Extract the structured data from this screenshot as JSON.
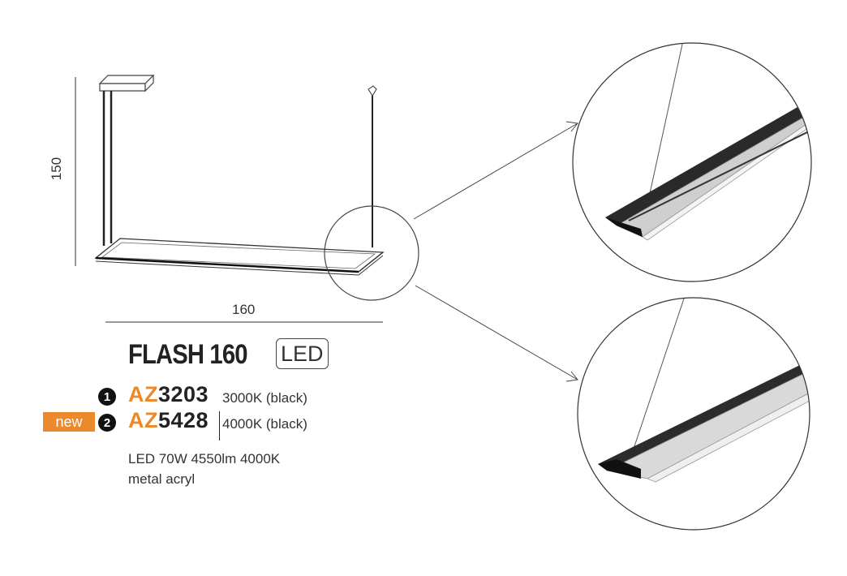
{
  "dimensions": {
    "height": "150",
    "width": "160"
  },
  "product": {
    "name": "FLASH 160",
    "badge": "LED"
  },
  "variants": [
    {
      "number": "1",
      "code_prefix": "AZ",
      "code_suffix": "3203",
      "spec": "3000K (black)"
    },
    {
      "number": "2",
      "code_prefix": "AZ",
      "code_suffix": "5428",
      "spec": "4000K (black)",
      "tag": "new"
    }
  ],
  "description": {
    "line1": "LED 70W 4550lm 4000K",
    "line2": "metal acryl"
  },
  "colors": {
    "accent": "#ec8a2b",
    "text": "#222222"
  }
}
